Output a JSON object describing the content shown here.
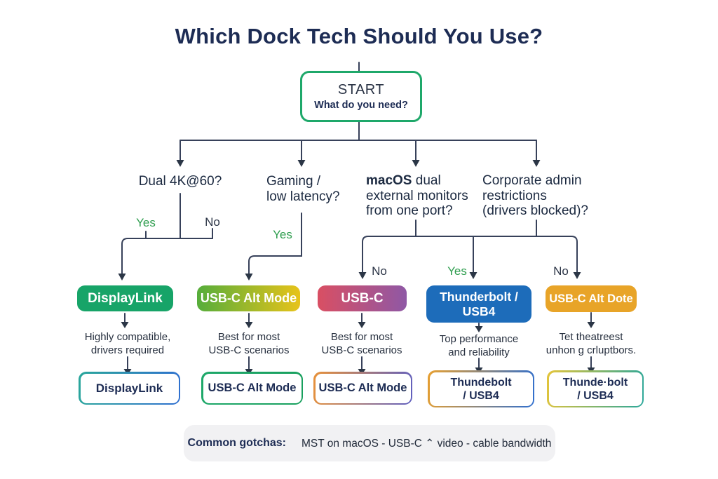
{
  "title": "Which Dock Tech Should You Use?",
  "start": {
    "label": "START",
    "sublabel": "What do you need?"
  },
  "questions": {
    "q1": {
      "line1": "Dual 4K@60?",
      "yes": "Yes",
      "no": "No"
    },
    "q2": {
      "line1": "Gaming /",
      "line2": "low latency?",
      "yes": "Yes"
    },
    "q3": {
      "line1_bold": "macOS",
      "line1_rest": "dual",
      "line2": "external monitors",
      "line3": "from one port?",
      "no": "No",
      "yes": "Yes"
    },
    "q4": {
      "line1": "Corporate admin",
      "line2": "restrictions",
      "line3": "(drivers blocked)?",
      "no": "No"
    }
  },
  "results": [
    {
      "label_line1": "DisplayLink",
      "desc_line1": "Highly compatible,",
      "desc_line2": "drivers required",
      "final_line1": "DisplayLink"
    },
    {
      "label_line1": "USB-C Alt Mode",
      "desc_line1": "Best for most",
      "desc_line2": "USB-C scenarios",
      "final_line1": "USB-C Alt Mode"
    },
    {
      "label_line1": "USB-C",
      "desc_line1": "Best for most",
      "desc_line2": "USB-C scenarios",
      "final_line1": "USB-C Alt Mode"
    },
    {
      "label_line1": "Thunderbolt /",
      "label_line2": "USB4",
      "desc_line1": "Top performance",
      "desc_line2": "and reliability",
      "final_line1": "Thundebolt",
      "final_line2": "/ USB4"
    },
    {
      "label_line1": "USB-C Alt Dote",
      "desc_line1": "Tet theatreest",
      "desc_line2": "unhon g crluptbors.",
      "final_line1": "Thunde·bolt",
      "final_line2": "/ USB4"
    }
  ],
  "gotchas": {
    "label": "Common gotchas:",
    "text": "MST on macOS - USB-C ⌃ video - cable bandwidth"
  },
  "colors": {
    "title_text": "#1d2c54",
    "connector_line": "#37415a",
    "yes_label_green": "#2f9e4f",
    "start_border_green": "#1ea86a",
    "displaylink_green": "#17a468",
    "alt_mode_gradient": [
      "#56ad3b",
      "#e7c31a"
    ],
    "usbc_gradient": [
      "#d94f63",
      "#8f58a5"
    ],
    "thunderbolt_blue": "#1d6cba",
    "alt_dote_orange": "#e8a428",
    "gotchas_bar_bg": "#f1f1f3"
  }
}
